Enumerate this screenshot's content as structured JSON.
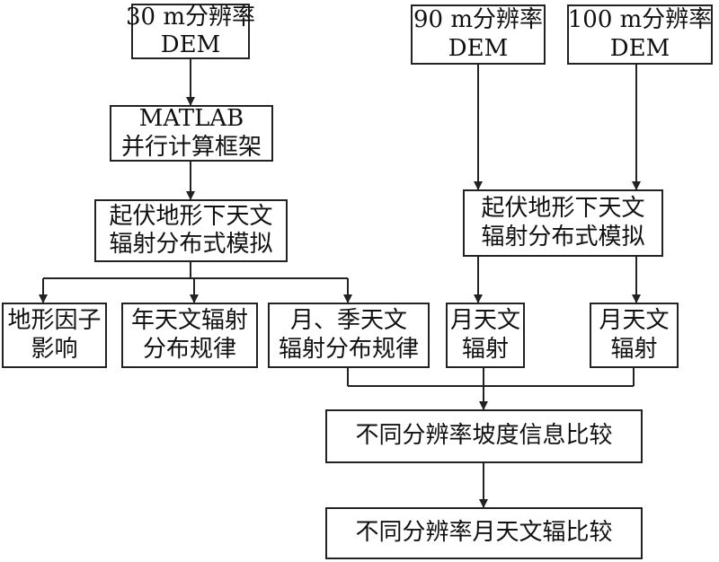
{
  "nodes": {
    "dem30": [
      "30 m分辨率",
      "DEM"
    ],
    "dem90": [
      "90 m分辨率",
      "DEM"
    ],
    "dem100": [
      "100 m分辨率",
      "DEM"
    ],
    "matlab": [
      "MATLAB",
      "并行计算框架"
    ],
    "sim_left": [
      "起伏地形下天文",
      "辐射分布式模拟"
    ],
    "sim_right": [
      "起伏地形下天文",
      "辐射分布式模拟"
    ],
    "terrain": [
      "地形因子",
      "影响"
    ],
    "annual": [
      "年天文辐射",
      "分布规律"
    ],
    "monthly_seasonal": [
      "月、季天文",
      "辐射分布规律"
    ],
    "monthly_a": [
      "月天文",
      "辐射"
    ],
    "monthly_b": [
      "月天文",
      "辐射"
    ],
    "slope_compare": [
      "不同分辨率坡度信息比较"
    ],
    "radiation_compare": [
      "不同分辨率月天文辐比较"
    ]
  }
}
